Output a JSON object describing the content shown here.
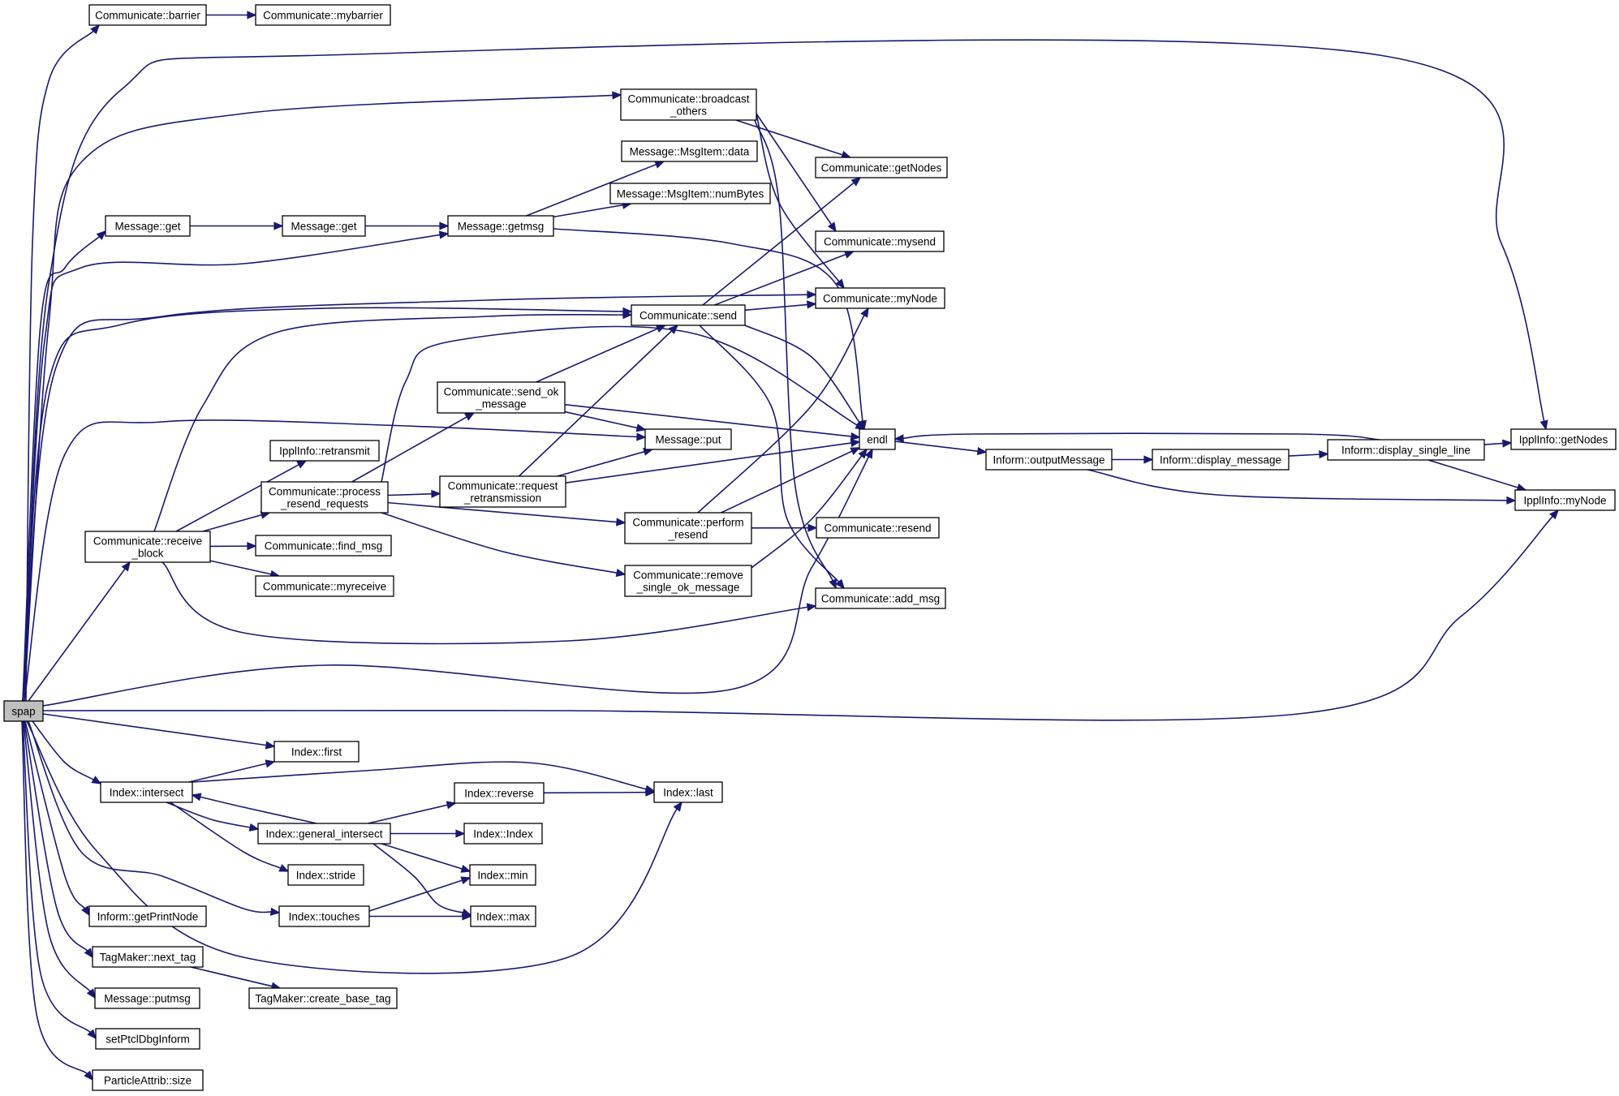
{
  "graph": {
    "nodes": [
      {
        "id": "spap",
        "lines": [
          "spap"
        ],
        "root": true
      },
      {
        "id": "communicate-barrier",
        "lines": [
          "Communicate::barrier"
        ]
      },
      {
        "id": "communicate-mybarrier",
        "lines": [
          "Communicate::mybarrier"
        ]
      },
      {
        "id": "communicate-broadcast-others",
        "lines": [
          "Communicate::broadcast",
          "_others"
        ]
      },
      {
        "id": "message-msgitem-data",
        "lines": [
          "Message::MsgItem::data"
        ]
      },
      {
        "id": "message-msgitem-numbytes",
        "lines": [
          "Message::MsgItem::numBytes"
        ]
      },
      {
        "id": "message-get-1",
        "lines": [
          "Message::get"
        ]
      },
      {
        "id": "message-get-2",
        "lines": [
          "Message::get"
        ]
      },
      {
        "id": "message-getmsg",
        "lines": [
          "Message::getmsg"
        ]
      },
      {
        "id": "communicate-getnodes",
        "lines": [
          "Communicate::getNodes"
        ]
      },
      {
        "id": "communicate-mysend",
        "lines": [
          "Communicate::mysend"
        ]
      },
      {
        "id": "communicate-mynode",
        "lines": [
          "Communicate::myNode"
        ]
      },
      {
        "id": "communicate-send",
        "lines": [
          "Communicate::send"
        ]
      },
      {
        "id": "communicate-send-ok-message",
        "lines": [
          "Communicate::send_ok",
          "_message"
        ]
      },
      {
        "id": "message-put",
        "lines": [
          "Message::put"
        ]
      },
      {
        "id": "endl",
        "lines": [
          "endl"
        ]
      },
      {
        "id": "inform-outputmessage",
        "lines": [
          "Inform::outputMessage"
        ]
      },
      {
        "id": "inform-display-message",
        "lines": [
          "Inform::display_message"
        ]
      },
      {
        "id": "inform-display-single-line",
        "lines": [
          "Inform::display_single_line"
        ]
      },
      {
        "id": "ipplinfo-getnodes",
        "lines": [
          "IpplInfo::getNodes"
        ]
      },
      {
        "id": "ipplinfo-mynode",
        "lines": [
          "IpplInfo::myNode"
        ]
      },
      {
        "id": "ipplinfo-retransmit",
        "lines": [
          "IpplInfo::retransmit"
        ]
      },
      {
        "id": "communicate-process-resend-requests",
        "lines": [
          "Communicate::process",
          "_resend_requests"
        ]
      },
      {
        "id": "communicate-request-retransmission",
        "lines": [
          "Communicate::request",
          "_retransmission"
        ]
      },
      {
        "id": "communicate-perform-resend",
        "lines": [
          "Communicate::perform",
          "_resend"
        ]
      },
      {
        "id": "communicate-resend",
        "lines": [
          "Communicate::resend"
        ]
      },
      {
        "id": "communicate-receive-block",
        "lines": [
          "Communicate::receive",
          "_block"
        ]
      },
      {
        "id": "communicate-find-msg",
        "lines": [
          "Communicate::find_msg"
        ]
      },
      {
        "id": "communicate-myreceive",
        "lines": [
          "Communicate::myreceive"
        ]
      },
      {
        "id": "communicate-remove-single-ok-message",
        "lines": [
          "Communicate::remove",
          "_single_ok_message"
        ]
      },
      {
        "id": "communicate-add-msg",
        "lines": [
          "Communicate::add_msg"
        ]
      },
      {
        "id": "index-first",
        "lines": [
          "Index::first"
        ]
      },
      {
        "id": "index-intersect",
        "lines": [
          "Index::intersect"
        ]
      },
      {
        "id": "index-last",
        "lines": [
          "Index::last"
        ]
      },
      {
        "id": "index-reverse",
        "lines": [
          "Index::reverse"
        ]
      },
      {
        "id": "index-general-intersect",
        "lines": [
          "Index::general_intersect"
        ]
      },
      {
        "id": "index-index",
        "lines": [
          "Index::Index"
        ]
      },
      {
        "id": "index-stride",
        "lines": [
          "Index::stride"
        ]
      },
      {
        "id": "index-min",
        "lines": [
          "Index::min"
        ]
      },
      {
        "id": "index-touches",
        "lines": [
          "Index::touches"
        ]
      },
      {
        "id": "index-max",
        "lines": [
          "Index::max"
        ]
      },
      {
        "id": "inform-getprintnode",
        "lines": [
          "Inform::getPrintNode"
        ]
      },
      {
        "id": "tagmaker-next-tag",
        "lines": [
          "TagMaker::next_tag"
        ]
      },
      {
        "id": "tagmaker-create-base-tag",
        "lines": [
          "TagMaker::create_base_tag"
        ]
      },
      {
        "id": "message-putmsg",
        "lines": [
          "Message::putmsg"
        ]
      },
      {
        "id": "setptcldbginform",
        "lines": [
          "setPtclDbgInform"
        ]
      },
      {
        "id": "particleattrib-size",
        "lines": [
          "ParticleAttrib::size"
        ]
      }
    ],
    "edges": [
      [
        "spap",
        "communicate-barrier"
      ],
      [
        "communicate-barrier",
        "communicate-mybarrier"
      ],
      [
        "spap",
        "communicate-broadcast-others"
      ],
      [
        "spap",
        "ipplinfo-getnodes"
      ],
      [
        "communicate-broadcast-others",
        "communicate-getnodes"
      ],
      [
        "communicate-broadcast-others",
        "communicate-mysend"
      ],
      [
        "communicate-broadcast-others",
        "communicate-mynode"
      ],
      [
        "communicate-broadcast-others",
        "communicate-add-msg"
      ],
      [
        "spap",
        "message-get-1"
      ],
      [
        "message-get-1",
        "message-get-2"
      ],
      [
        "message-get-2",
        "message-getmsg"
      ],
      [
        "spap",
        "message-getmsg"
      ],
      [
        "message-getmsg",
        "message-msgitem-data"
      ],
      [
        "message-getmsg",
        "message-msgitem-numbytes"
      ],
      [
        "message-getmsg",
        "endl"
      ],
      [
        "spap",
        "communicate-send"
      ],
      [
        "spap",
        "communicate-mynode"
      ],
      [
        "communicate-send",
        "communicate-getnodes"
      ],
      [
        "communicate-send",
        "communicate-mysend"
      ],
      [
        "communicate-send",
        "communicate-mynode"
      ],
      [
        "communicate-send",
        "endl"
      ],
      [
        "communicate-send",
        "communicate-add-msg"
      ],
      [
        "spap",
        "message-put"
      ],
      [
        "spap",
        "communicate-receive-block"
      ],
      [
        "spap",
        "endl"
      ],
      [
        "spap",
        "ipplinfo-mynode"
      ],
      [
        "communicate-receive-block",
        "ipplinfo-retransmit"
      ],
      [
        "communicate-receive-block",
        "communicate-process-resend-requests"
      ],
      [
        "communicate-receive-block",
        "communicate-find-msg"
      ],
      [
        "communicate-receive-block",
        "communicate-myreceive"
      ],
      [
        "communicate-receive-block",
        "communicate-add-msg"
      ],
      [
        "communicate-receive-block",
        "communicate-send"
      ],
      [
        "communicate-process-resend-requests",
        "communicate-send-ok-message"
      ],
      [
        "communicate-process-resend-requests",
        "communicate-request-retransmission"
      ],
      [
        "communicate-process-resend-requests",
        "communicate-perform-resend"
      ],
      [
        "communicate-process-resend-requests",
        "communicate-remove-single-ok-message"
      ],
      [
        "communicate-process-resend-requests",
        "endl"
      ],
      [
        "communicate-send-ok-message",
        "communicate-send"
      ],
      [
        "communicate-send-ok-message",
        "message-put"
      ],
      [
        "communicate-send-ok-message",
        "endl"
      ],
      [
        "communicate-request-retransmission",
        "communicate-send"
      ],
      [
        "communicate-request-retransmission",
        "message-put"
      ],
      [
        "communicate-request-retransmission",
        "endl"
      ],
      [
        "communicate-perform-resend",
        "communicate-mynode"
      ],
      [
        "communicate-perform-resend",
        "endl"
      ],
      [
        "communicate-perform-resend",
        "communicate-resend"
      ],
      [
        "communicate-remove-single-ok-message",
        "endl"
      ],
      [
        "endl",
        "inform-outputmessage"
      ],
      [
        "inform-outputmessage",
        "inform-display-message"
      ],
      [
        "inform-outputmessage",
        "ipplinfo-mynode"
      ],
      [
        "inform-display-message",
        "inform-display-single-line"
      ],
      [
        "inform-display-single-line",
        "ipplinfo-getnodes"
      ],
      [
        "inform-display-single-line",
        "ipplinfo-mynode"
      ],
      [
        "inform-display-single-line",
        "endl"
      ],
      [
        "spap",
        "index-first"
      ],
      [
        "spap",
        "index-intersect"
      ],
      [
        "spap",
        "index-last"
      ],
      [
        "spap",
        "index-touches"
      ],
      [
        "index-intersect",
        "index-first"
      ],
      [
        "index-intersect",
        "index-last"
      ],
      [
        "index-intersect",
        "index-general-intersect"
      ],
      [
        "index-intersect",
        "index-stride"
      ],
      [
        "index-general-intersect",
        "index-intersect"
      ],
      [
        "index-general-intersect",
        "index-reverse"
      ],
      [
        "index-general-intersect",
        "index-index"
      ],
      [
        "index-general-intersect",
        "index-min"
      ],
      [
        "index-general-intersect",
        "index-max"
      ],
      [
        "index-reverse",
        "index-last"
      ],
      [
        "index-touches",
        "index-min"
      ],
      [
        "index-touches",
        "index-max"
      ],
      [
        "spap",
        "inform-getprintnode"
      ],
      [
        "spap",
        "tagmaker-next-tag"
      ],
      [
        "tagmaker-next-tag",
        "tagmaker-create-base-tag"
      ],
      [
        "spap",
        "message-putmsg"
      ],
      [
        "spap",
        "setptcldbginform"
      ],
      [
        "spap",
        "particleattrib-size"
      ]
    ]
  }
}
